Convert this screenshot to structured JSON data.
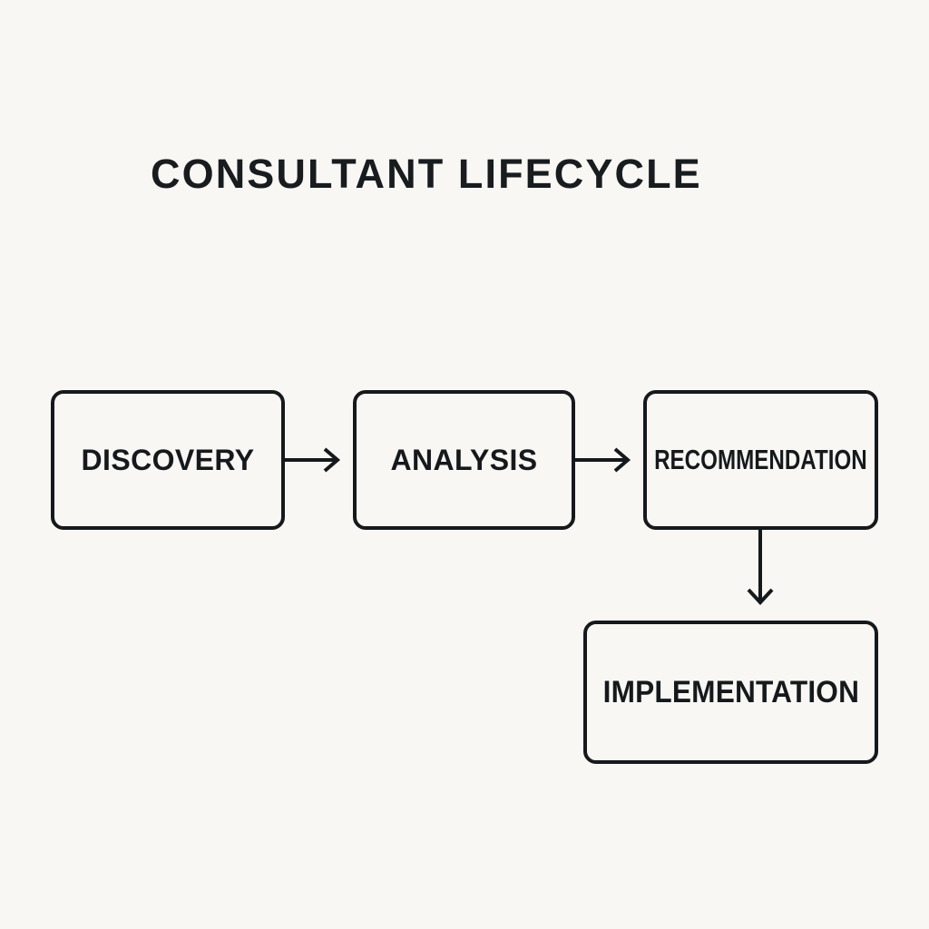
{
  "page": {
    "background_color": "#f8f7f4",
    "ink_color": "#16191c"
  },
  "title": "CONSULTANT LIFECYCLE",
  "diagram": {
    "type": "flowchart",
    "nodes": [
      {
        "id": "discovery",
        "label": "DISCOVERY"
      },
      {
        "id": "analysis",
        "label": "ANALYSIS"
      },
      {
        "id": "recommendation",
        "label": "RECOMMENDATION"
      },
      {
        "id": "implementation",
        "label": "IMPLEMENTATION"
      }
    ],
    "edges": [
      {
        "from": "discovery",
        "to": "analysis",
        "direction": "right",
        "style": "solid-arrow"
      },
      {
        "from": "analysis",
        "to": "recommendation",
        "direction": "right",
        "style": "solid-arrow"
      },
      {
        "from": "recommendation",
        "to": "implementation",
        "direction": "down",
        "style": "solid-arrow"
      }
    ]
  }
}
